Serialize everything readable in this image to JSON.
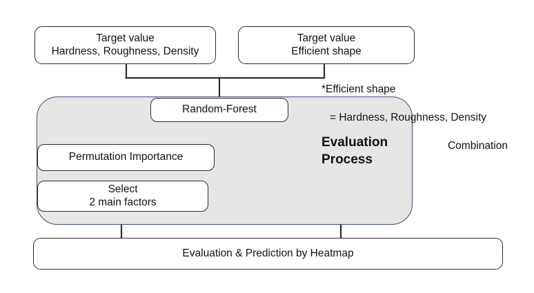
{
  "diagram": {
    "title": "Evaluation Process Flow Diagram",
    "colors": {
      "panel_fill": "#e6e6e6",
      "panel_border": "#3c4d6b",
      "node_fill": "#ffffff",
      "node_border": "#2b2b2b",
      "connector": "#2b2b2b",
      "text": "#111111",
      "background": "#ffffff"
    },
    "nodes": {
      "target_properties": "Target value\nHardness, Roughness, Density",
      "target_shape": "Target value\nEfficient shape",
      "random_forest": "Random-Forest",
      "permutation_importance": "Permutation Importance",
      "select_factors": "Select\n2 main factors",
      "heatmap": "Evaluation & Prediction by Heatmap"
    },
    "panel": {
      "label": "Evaluation\nProcess"
    },
    "note": {
      "line1": "*Efficient shape",
      "line2": "= Hardness, Roughness, Density",
      "line3": "Combination"
    }
  }
}
